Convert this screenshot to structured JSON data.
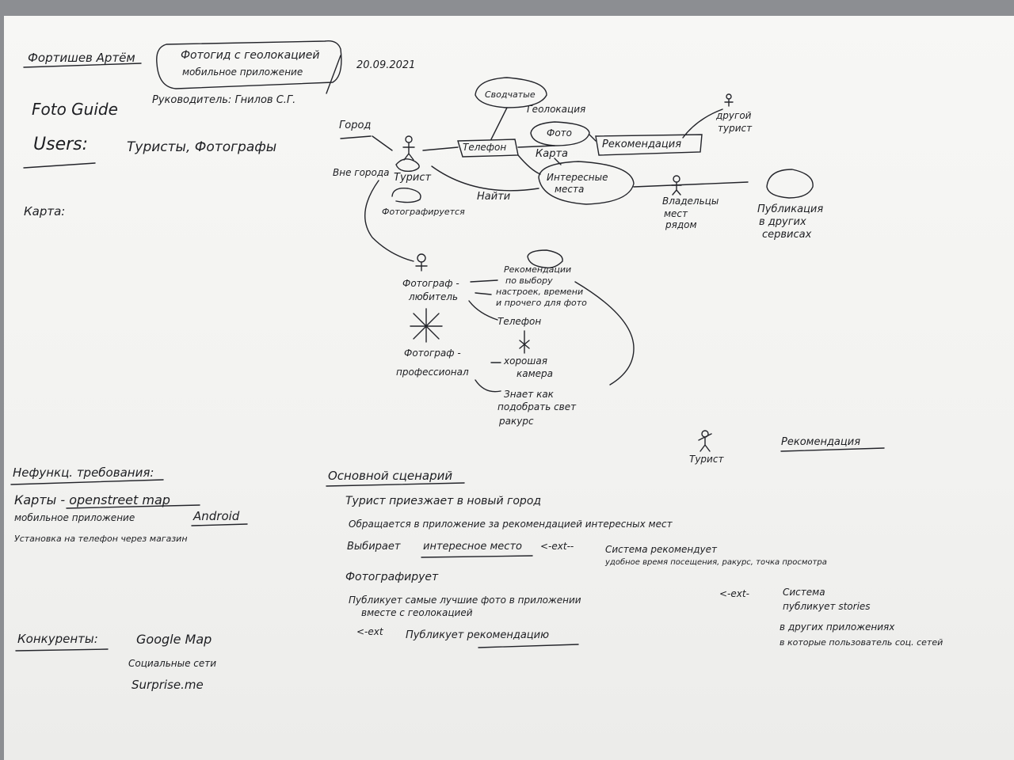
{
  "header": {
    "author": "Фортишев Артём",
    "project_title_line1": "Фотогид с геолокацией",
    "project_title_line2": "мобильное приложение",
    "date": "20.09.2021",
    "product_name": "Foto Guide",
    "supervisor": "Руководитель: Гнилов С.Г.",
    "users_label": "Users:",
    "users_value": "Туристы, Фотографы",
    "map_label": "Карта:"
  },
  "diagram": {
    "city": "Город",
    "all_city": "Вне города",
    "tourist_actor": "Турист",
    "photographer_cluster": "Фотографируется",
    "phone": "Телефон",
    "geolocation": "Геолокация",
    "reviews": "Сводчатые",
    "map_node_top": "Фото",
    "map_node": "Карта",
    "recommendation_node": "Рекомендация",
    "interesting_places_1": "Интересные",
    "interesting_places_2": "места",
    "find": "Найти",
    "other_tourist_1": "другой",
    "other_tourist_2": "турист",
    "owners_1": "Владельцы",
    "owners_2": "мест",
    "owners_3": "рядом",
    "publish_1": "Публикация",
    "publish_2": "в других",
    "publish_3": "сервисах",
    "amateur_1": "Фотограф -",
    "amateur_2": "любитель",
    "pro_1": "Фотограф -",
    "pro_2": "профессионал",
    "rec_by_choice_1": "Рекомендации",
    "rec_by_choice_2": "по выбору",
    "rec_by_choice_3": "настроек, времени",
    "rec_by_choice_4": "и прочего для фото",
    "phone2": "Телефон",
    "good_camera_1": "хорошая",
    "good_camera_2": "камера",
    "knows_1": "Знает как",
    "knows_2": "подобрать свет",
    "knows_3": "ракурс",
    "tourist_actor2": "Турист",
    "recommendation_label": "Рекомендация"
  },
  "requirements": {
    "title": "Нефункц. требования:",
    "line1": "Карты - openstreet map",
    "line2a": "мобильное приложение",
    "line2b": "Android",
    "line3": "Установка на телефон через магазин"
  },
  "competitors": {
    "title": "Конкуренты:",
    "item1": "Google Map",
    "item2": "Социальные сети",
    "item3": "Surprise.me"
  },
  "scenario": {
    "title": "Основной сценарий",
    "line1": "Турист приезжает в новый город",
    "line2": "Обращается в приложение за рекомендацией интересных мест",
    "line3a": "Выбирает",
    "line3b": "интересное место",
    "line3ext": "<-ext--",
    "line3c": "Система рекомендует",
    "line3d": "удобное время посещения, ракурс, точка просмотра",
    "line4": "Фотографирует",
    "line5a": "Публикует самые лучшие фото в приложении",
    "line5ext": "<-ext-",
    "line5b": "Система",
    "line5c": "вместе с геолокацией",
    "line5d": "публикует stories",
    "line5e": "в других приложениях",
    "line5f": "в которые пользователь соц. сетей",
    "line6ext": "<-ext",
    "line6": "Публикует рекомендацию"
  }
}
